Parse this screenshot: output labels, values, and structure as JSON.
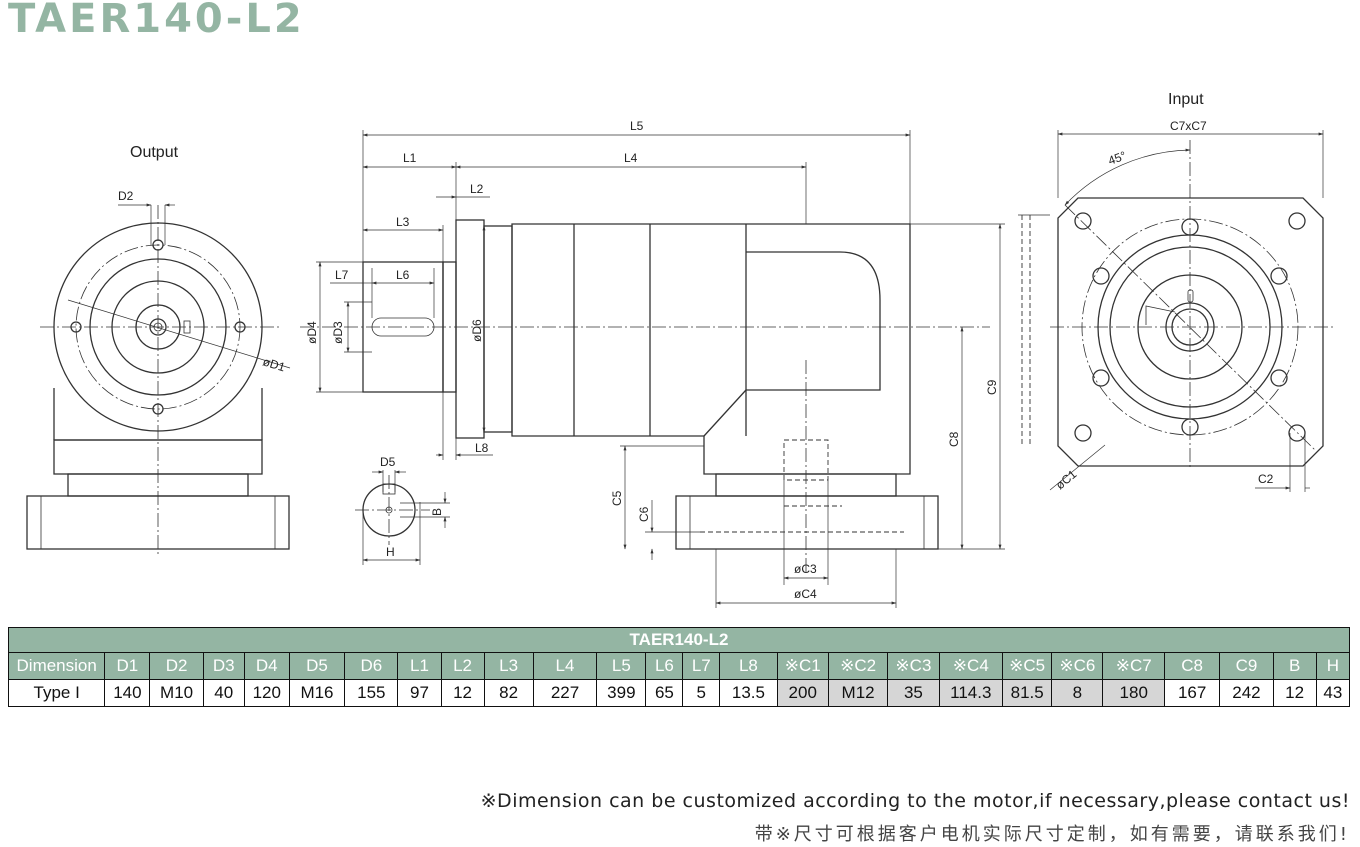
{
  "title": "TAER140-L2",
  "views": {
    "output_label": "Output",
    "input_label": "Input"
  },
  "dimension_labels": {
    "L1": "L1",
    "L2": "L2",
    "L3": "L3",
    "L4": "L4",
    "L5": "L5",
    "L6": "L6",
    "L7": "L7",
    "L8": "L8",
    "D1": "øD1",
    "D2": "D2",
    "D3": "øD3",
    "D4": "øD4",
    "D5": "D5",
    "D6": "øD6",
    "B": "B",
    "H": "H",
    "C1": "øC1",
    "C2": "C2",
    "C3": "øC3",
    "C4": "øC4",
    "C5": "C5",
    "C6": "C6",
    "C7": "C7xC7",
    "C8": "C8",
    "C9": "C9",
    "angle": "45°"
  },
  "table": {
    "title": "TAER140-L2",
    "headers": [
      "Dimension",
      "D1",
      "D2",
      "D3",
      "D4",
      "D5",
      "D6",
      "L1",
      "L2",
      "L3",
      "L4",
      "L5",
      "L6",
      "L7",
      "L8",
      "※C1",
      "※C2",
      "※C3",
      "※C4",
      "※C5",
      "※C6",
      "※C7",
      "C8",
      "C9",
      "B",
      "H"
    ],
    "rows": [
      [
        "Type I",
        "140",
        "M10",
        "40",
        "120",
        "M16",
        "155",
        "97",
        "12",
        "82",
        "227",
        "399",
        "65",
        "5",
        "13.5",
        "200",
        "M12",
        "35",
        "114.3",
        "81.5",
        "8",
        "180",
        "167",
        "242",
        "12",
        "43"
      ]
    ]
  },
  "notes": {
    "en": "※Dimension can be customized according to the motor,if necessary,please contact us!",
    "cn": "带※尺寸可根据客户电机实际尺寸定制，如有需要，请联系我们!"
  }
}
